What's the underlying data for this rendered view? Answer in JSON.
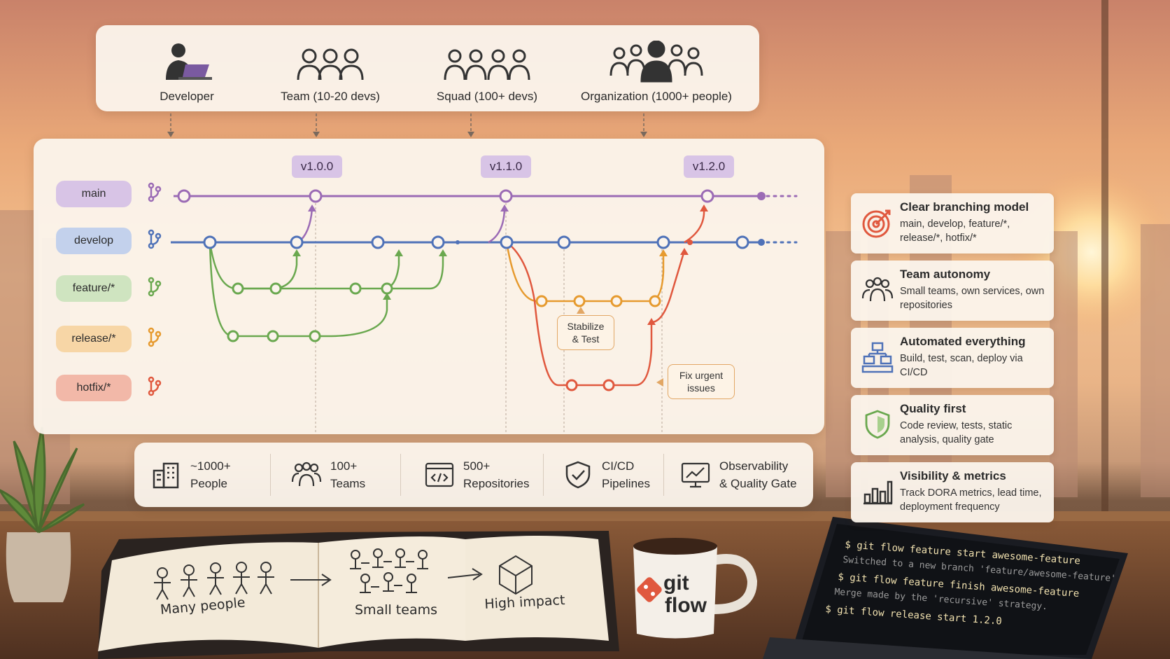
{
  "personas": [
    {
      "label": "Developer",
      "icon": "developer-laptop-icon"
    },
    {
      "label": "Team (10-20 devs)",
      "icon": "team-icon"
    },
    {
      "label": "Squad (100+ devs)",
      "icon": "squad-icon"
    },
    {
      "label": "Organization (1000+ people)",
      "icon": "organization-icon"
    }
  ],
  "branches": [
    {
      "label": "main",
      "color": "#9b6bb5",
      "pill": "#d8c4e6"
    },
    {
      "label": "develop",
      "color": "#4f72b8",
      "pill": "#c3d1ec"
    },
    {
      "label": "feature/*",
      "color": "#6aa84f",
      "pill": "#cfe4c0"
    },
    {
      "label": "release/*",
      "color": "#e69a2e",
      "pill": "#f7d6a6"
    },
    {
      "label": "hotfix/*",
      "color": "#e0583e",
      "pill": "#f2b8a8"
    }
  ],
  "tags": [
    "v1.0.0",
    "v1.1.0",
    "v1.2.0"
  ],
  "callouts": {
    "stabilize": "Stabilize\n& Test",
    "fix": "Fix urgent\nissues"
  },
  "stats": [
    {
      "value": "~1000+",
      "label": "People",
      "icon": "building-icon"
    },
    {
      "value": "100+",
      "label": "Teams",
      "icon": "teams-icon"
    },
    {
      "value": "500+",
      "label": "Repositories",
      "icon": "code-window-icon"
    },
    {
      "value": "CI/CD",
      "label": "Pipelines",
      "icon": "shield-check-icon"
    },
    {
      "value": "Observability",
      "label": "& Quality Gate",
      "icon": "monitor-chart-icon"
    }
  ],
  "cards": [
    {
      "title": "Clear branching model",
      "desc": "main, develop, feature/*, release/*, hotfix/*",
      "icon": "target-icon"
    },
    {
      "title": "Team autonomy",
      "desc": "Small teams, own services, own repositories",
      "icon": "people-icon"
    },
    {
      "title": "Automated everything",
      "desc": "Build, test, scan, deploy via CI/CD",
      "icon": "pipeline-icon"
    },
    {
      "title": "Quality first",
      "desc": "Code review, tests, static analysis, quality gate",
      "icon": "shield-icon"
    },
    {
      "title": "Visibility & metrics",
      "desc": "Track DORA metrics, lead time, deployment frequency",
      "icon": "bar-chart-icon"
    }
  ],
  "notebook": {
    "left": "Many people",
    "middle": "Small teams",
    "right": "High impact"
  },
  "mug": {
    "line1": "git",
    "line2": "flow"
  },
  "terminal": [
    {
      "text": "$ git flow feature start awesome-feature",
      "kind": "cmd"
    },
    {
      "text": "Switched to a new branch 'feature/awesome-feature'",
      "kind": "out"
    },
    {
      "text": "$ git flow feature finish awesome-feature",
      "kind": "cmd"
    },
    {
      "text": "Merge made by the 'recursive' strategy.",
      "kind": "out"
    },
    {
      "text": "$ git flow release start 1.2.0",
      "kind": "cmd"
    }
  ]
}
